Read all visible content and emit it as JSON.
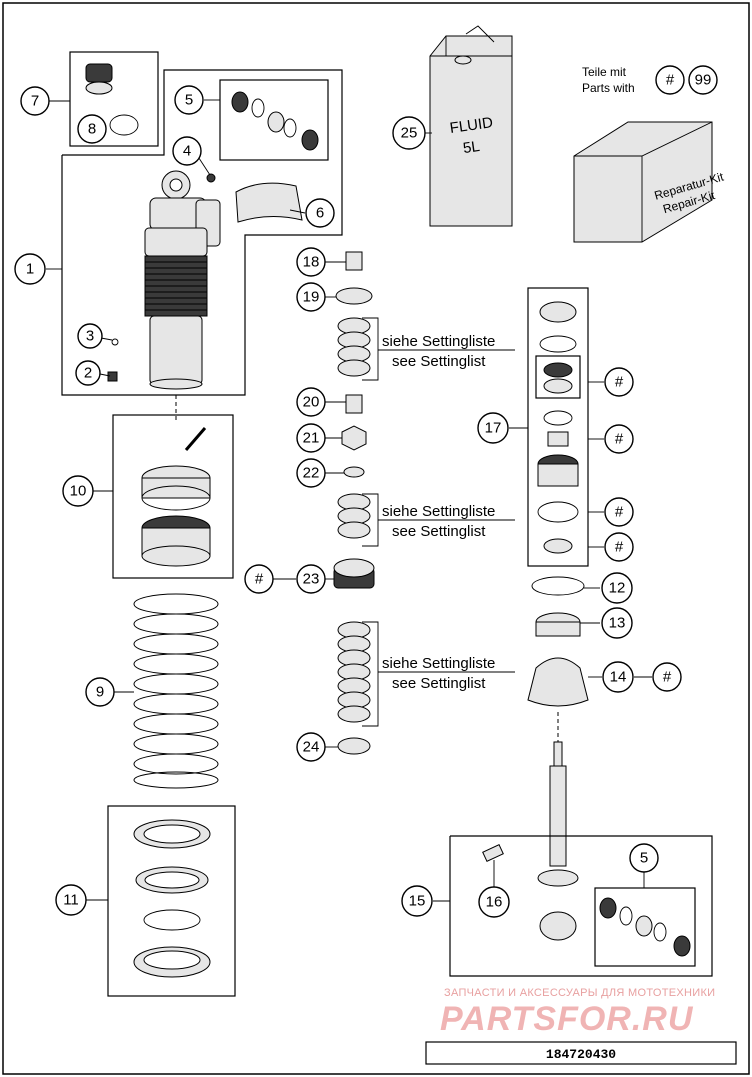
{
  "callouts": {
    "c1": "1",
    "c2": "2",
    "c3": "3",
    "c4": "4",
    "c5a": "5",
    "c5b": "5",
    "c6": "6",
    "c7": "7",
    "c8": "8",
    "c9": "9",
    "c10": "10",
    "c11": "11",
    "c12": "12",
    "c13": "13",
    "c14": "14",
    "c15": "15",
    "c16": "16",
    "c17": "17",
    "c18": "18",
    "c19": "19",
    "c20": "20",
    "c21": "21",
    "c22": "22",
    "c23": "23",
    "c24": "24",
    "c25": "25",
    "c99": "99",
    "hash": "#"
  },
  "legend": {
    "line1": "Teile mit",
    "line2": "Parts with"
  },
  "fluid_can": {
    "line1": "FLUID",
    "line2": "5L"
  },
  "repair_kit": {
    "line1": "Reparatur-Kit",
    "line2": "Repair-Kit"
  },
  "setting_list": {
    "de": "siehe Settingliste",
    "en": "see Settinglist"
  },
  "watermark": {
    "tagline": "ЗАПЧАСТИ И АКСЕССУАРЫ ДЛЯ МОТОТЕХНИКИ",
    "brand": "PARTSFOR.RU"
  },
  "footer": {
    "diagram_number": "184720430"
  }
}
